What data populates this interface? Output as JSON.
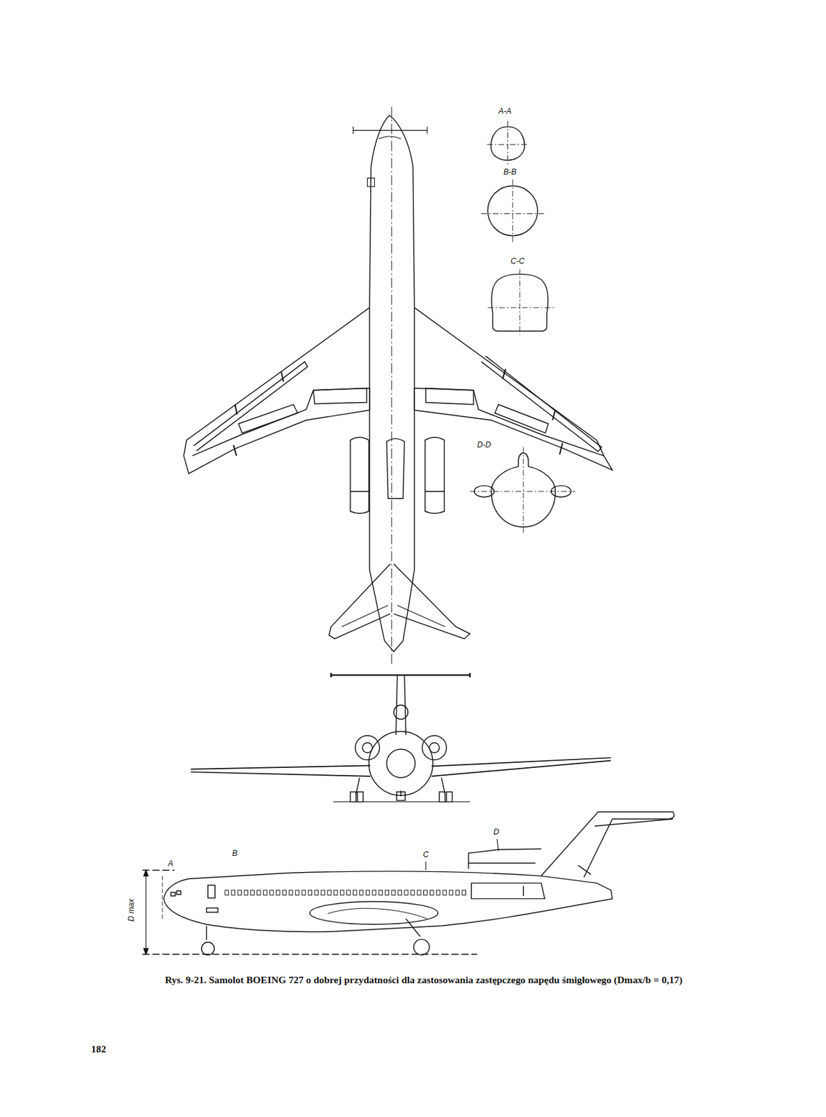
{
  "diagram": {
    "caption": "Rys. 9-21. Samolot BOEING 727 o dobrej przydatności dla zastosowania zastępczego napędu śmigłowego (Dmax/b = 0,17)",
    "labels": [
      "A-A",
      "B-B",
      "C-C",
      "D-D",
      "A",
      "B",
      "C",
      "D",
      "D max",
      "182"
    ]
  }
}
